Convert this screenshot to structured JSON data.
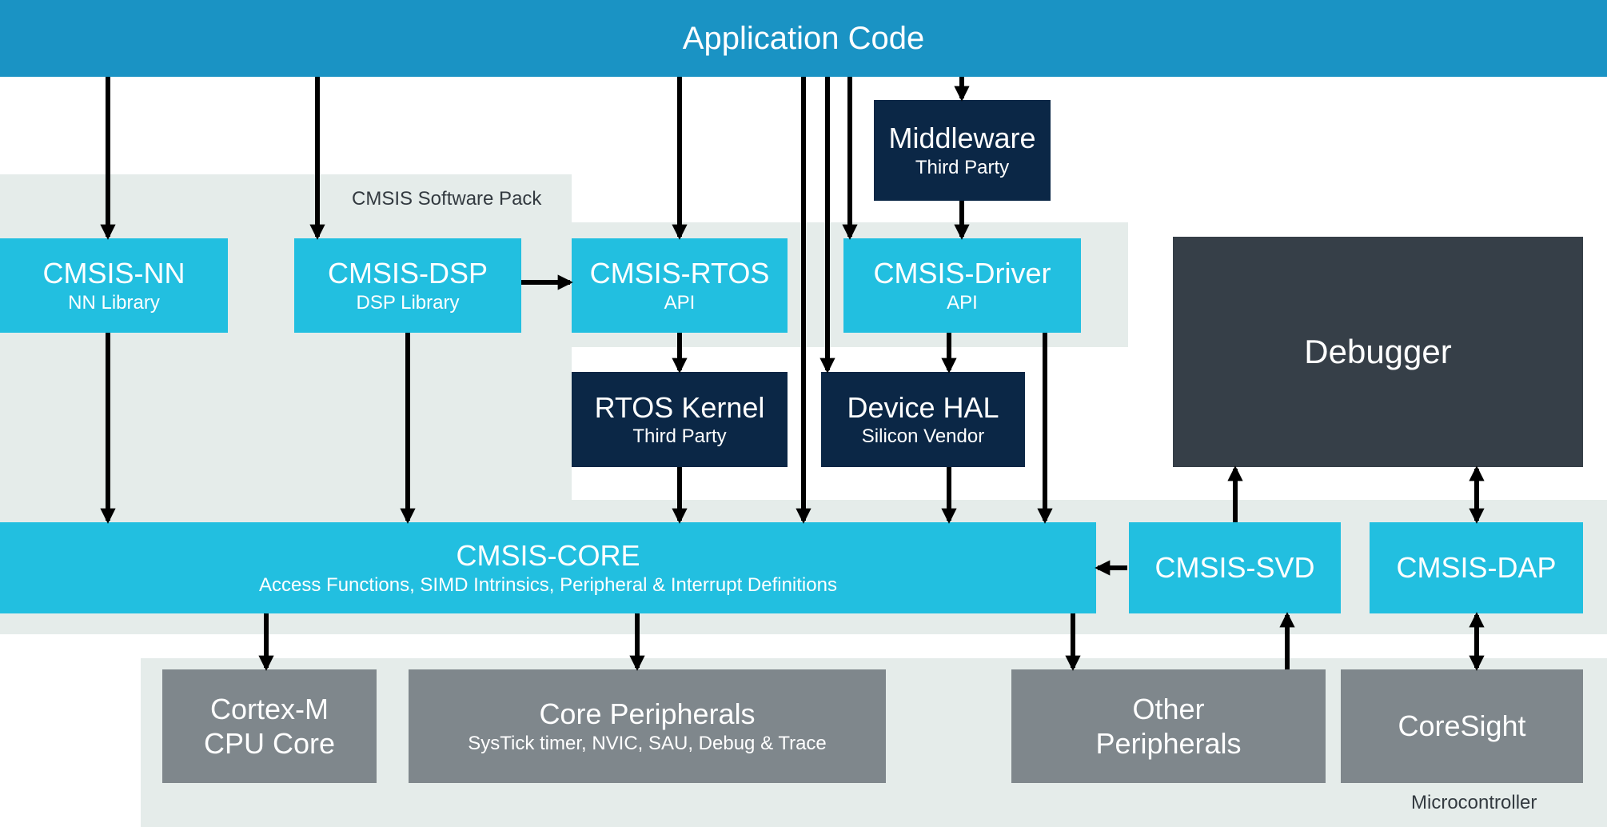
{
  "application": {
    "title": "Application Code"
  },
  "regions": {
    "software_pack_label": "CMSIS Software Pack",
    "microcontroller_label": "Microcontroller"
  },
  "blocks": {
    "cmsis_nn": {
      "title": "CMSIS-NN",
      "subtitle": "NN Library"
    },
    "cmsis_dsp": {
      "title": "CMSIS-DSP",
      "subtitle": "DSP Library"
    },
    "cmsis_rtos": {
      "title": "CMSIS-RTOS",
      "subtitle": "API"
    },
    "cmsis_driver": {
      "title": "CMSIS-Driver",
      "subtitle": "API"
    },
    "middleware": {
      "title": "Middleware",
      "subtitle": "Third Party"
    },
    "rtos_kernel": {
      "title": "RTOS Kernel",
      "subtitle": "Third Party"
    },
    "device_hal": {
      "title": "Device HAL",
      "subtitle": "Silicon Vendor"
    },
    "debugger": {
      "title": "Debugger"
    },
    "cmsis_core": {
      "title": "CMSIS-CORE",
      "subtitle": "Access Functions, SIMD Intrinsics, Peripheral & Interrupt Definitions"
    },
    "cmsis_svd": {
      "title": "CMSIS-SVD"
    },
    "cmsis_dap": {
      "title": "CMSIS-DAP"
    },
    "cortex_m": {
      "line1": "Cortex-M",
      "line2": "CPU Core"
    },
    "core_peripherals": {
      "title": "Core Peripherals",
      "subtitle": "SysTick timer, NVIC, SAU, Debug & Trace"
    },
    "other_peripherals": {
      "line1": "Other",
      "line2": "Peripherals"
    },
    "coresight": {
      "title": "CoreSight"
    }
  },
  "colors": {
    "header": "#1a93c4",
    "cmsis_block": "#22bfe0",
    "third_party": "#0b2746",
    "hardware": "#7f878c",
    "debugger": "#363f48",
    "region": "#e5ecea",
    "arrow": "#000000"
  }
}
